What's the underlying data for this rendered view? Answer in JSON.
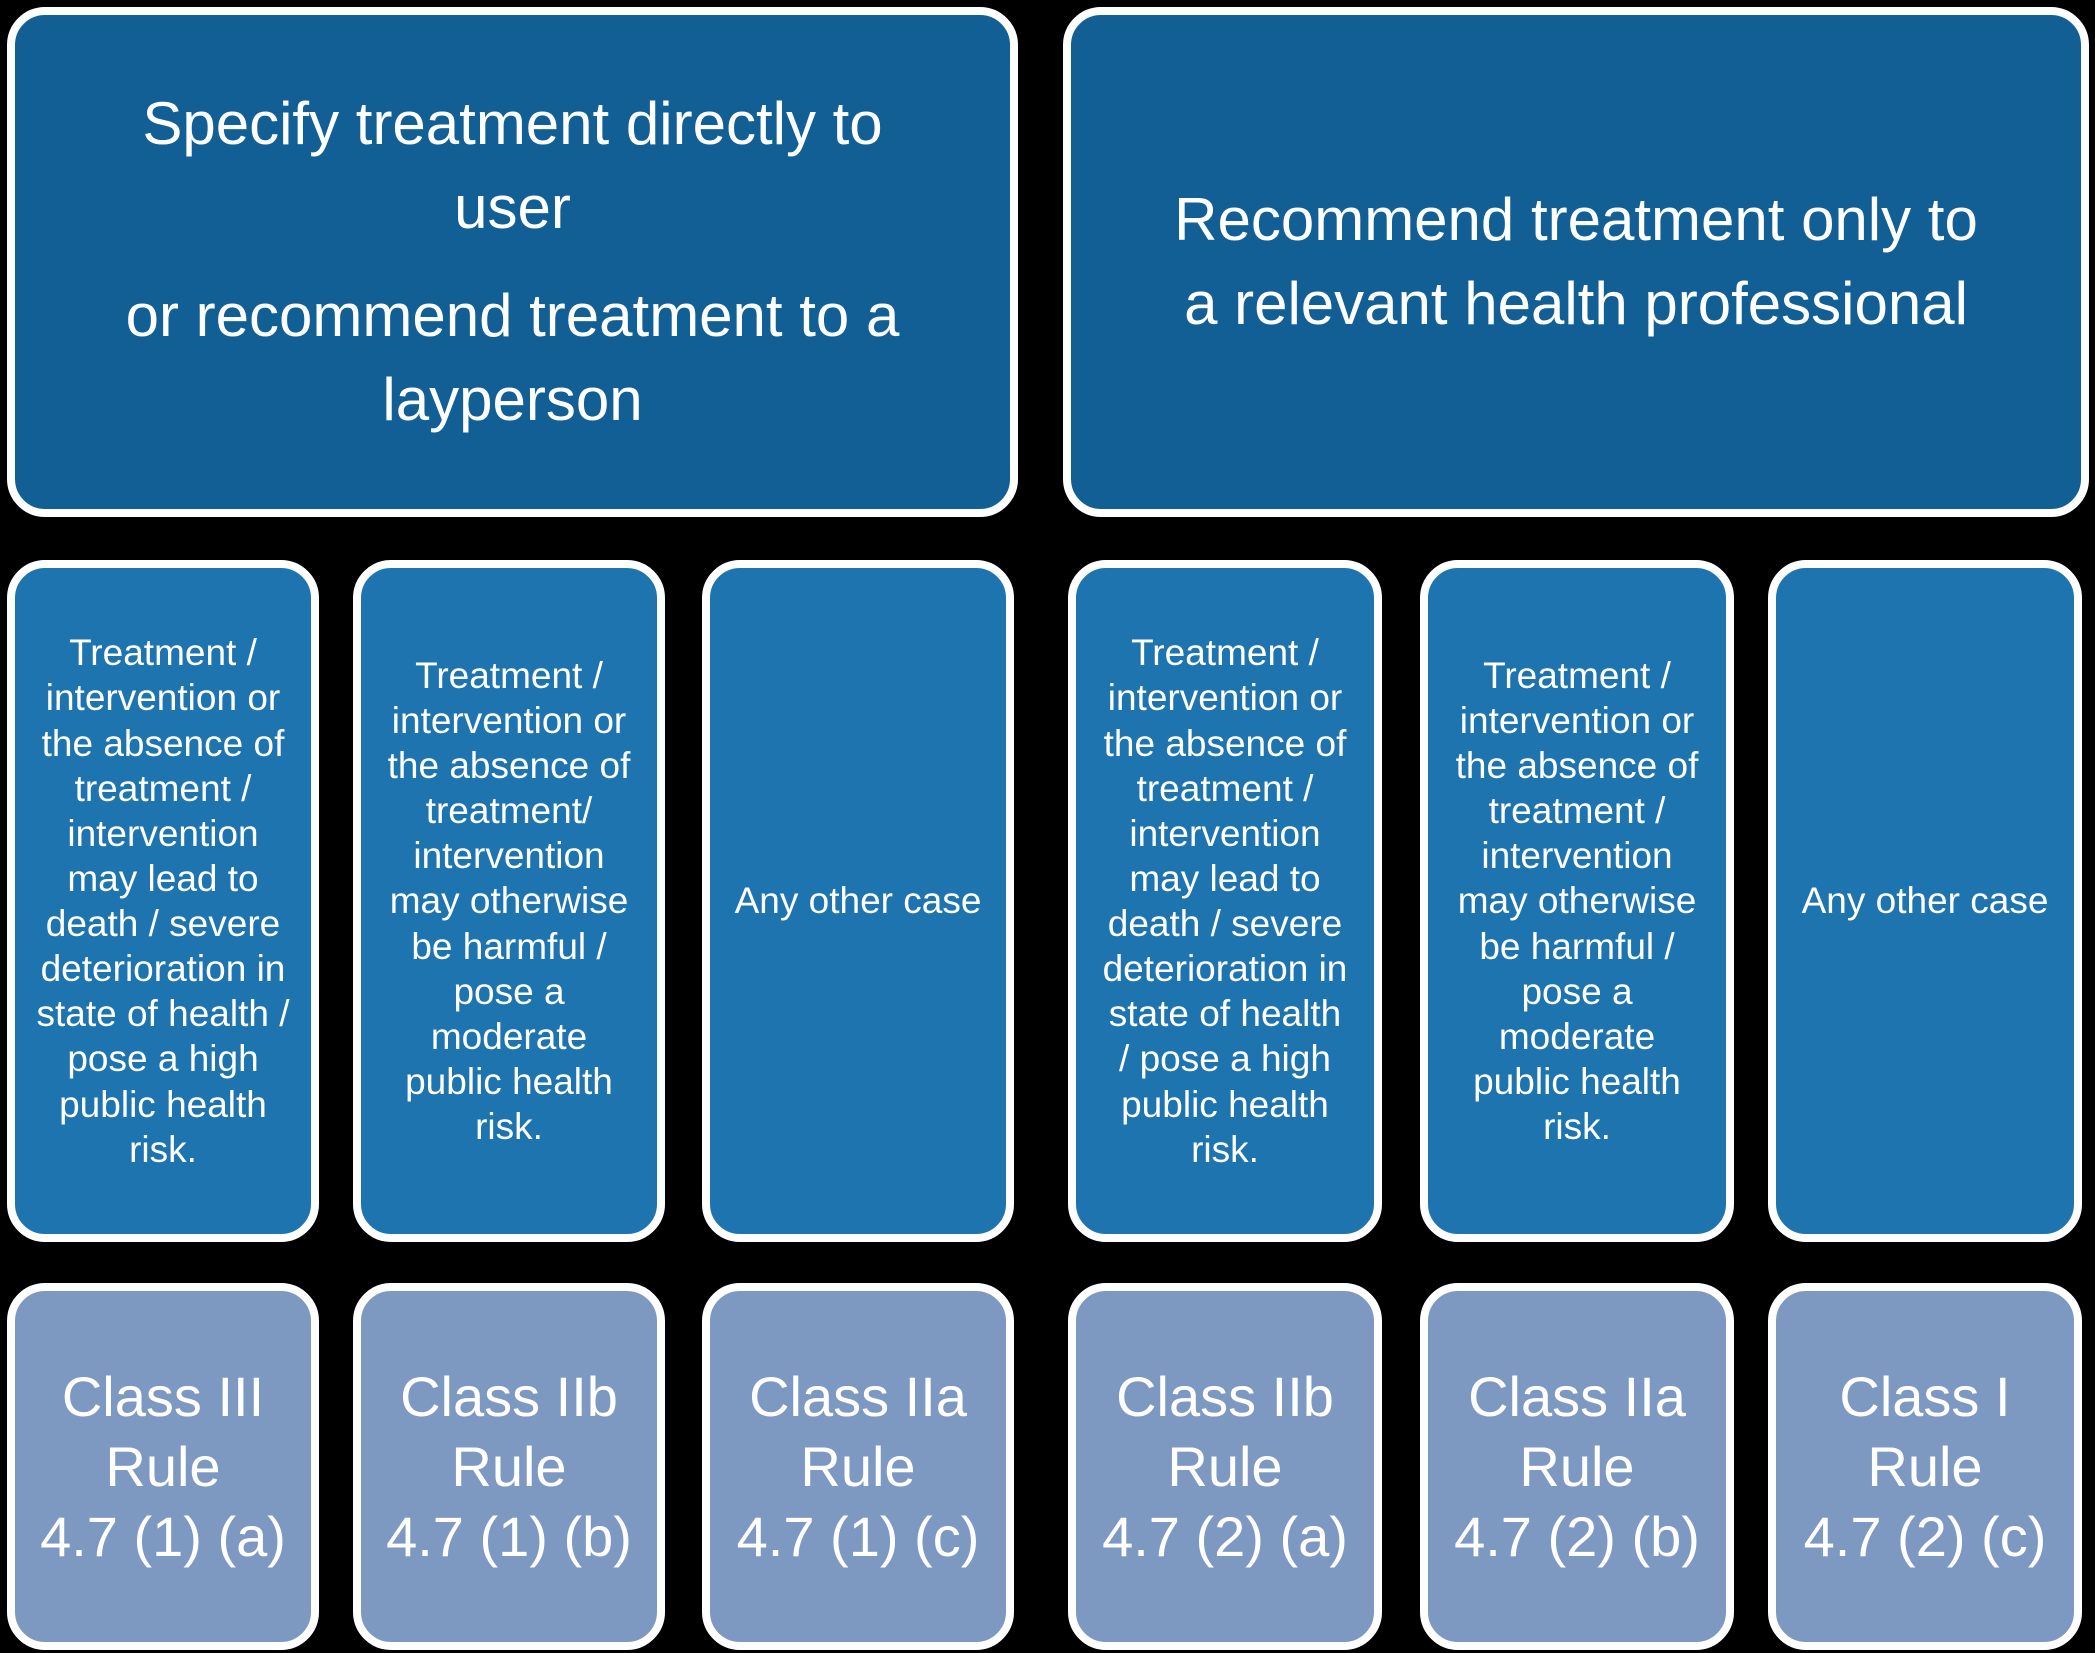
{
  "colors": {
    "background": "#000000",
    "header_fill": "#115F94",
    "condition_fill": "#1E74AE",
    "class_fill": "#7D99C2",
    "outline": "#FFFFFF",
    "text": "#FFFFFF"
  },
  "headers": [
    {
      "paragraphs": [
        "Specify treatment directly to\nuser",
        "or recommend treatment to a\nlayperson"
      ]
    },
    {
      "paragraphs": [
        "Recommend treatment only to\na relevant health professional"
      ]
    }
  ],
  "conditions": [
    {
      "text": "Treatment /\nintervention or\nthe absence of\ntreatment /\nintervention\nmay lead to\ndeath / severe\ndeterioration in\nstate of health /\npose a high\npublic health\nrisk."
    },
    {
      "text": "Treatment /\nintervention or\nthe absence of\ntreatment/\nintervention\nmay otherwise\nbe harmful /\npose a\nmoderate\npublic health\nrisk."
    },
    {
      "text": "Any other case"
    },
    {
      "text": "Treatment /\nintervention or\nthe absence of\ntreatment /\nintervention\nmay lead to\ndeath / severe\ndeterioration in\nstate of health\n/ pose a high\npublic health\nrisk."
    },
    {
      "text": "Treatment /\nintervention or\nthe absence of\ntreatment /\nintervention\nmay otherwise\nbe harmful /\npose a\nmoderate\npublic health\nrisk."
    },
    {
      "text": "Any other case"
    }
  ],
  "classes": [
    {
      "text": "Class III\nRule\n4.7 (1) (a)"
    },
    {
      "text": "Class IIb\nRule\n4.7 (1) (b)"
    },
    {
      "text": "Class IIa\nRule\n4.7 (1) (c)"
    },
    {
      "text": "Class IIb\nRule\n4.7 (2) (a)"
    },
    {
      "text": "Class IIa\nRule\n4.7 (2) (b)"
    },
    {
      "text": "Class I\nRule\n4.7 (2) (c)"
    }
  ]
}
